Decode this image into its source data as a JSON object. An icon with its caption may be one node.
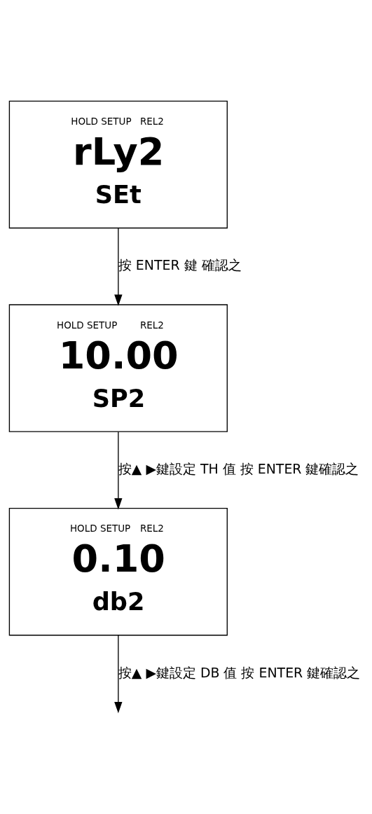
{
  "diagram": {
    "nodes": [
      {
        "text": [
          "HOLD SETUP",
          "REL2",
          "rLy2",
          "SEt"
        ]
      },
      {
        "text": [
          "HOLD SETUP",
          "REL2",
          "10.00",
          "SP2"
        ]
      },
      {
        "text": [
          "HOLD SETUP",
          "REL2",
          "0.10",
          "db2"
        ]
      }
    ],
    "edges": [
      {
        "from": 0,
        "to": 1,
        "arrow": "to",
        "label": "按 ENTER 鍵 確認之"
      },
      {
        "from": 1,
        "to": 2,
        "arrow": "to",
        "label": "按▲ ▶鍵設定 TH 值 按 ENTER 鍵確認之"
      },
      {
        "from": 2,
        "to": null,
        "arrow": "to",
        "label": "按▲ ▶鍵設定 DB 值 按 ENTER 鍵確認之"
      }
    ]
  }
}
